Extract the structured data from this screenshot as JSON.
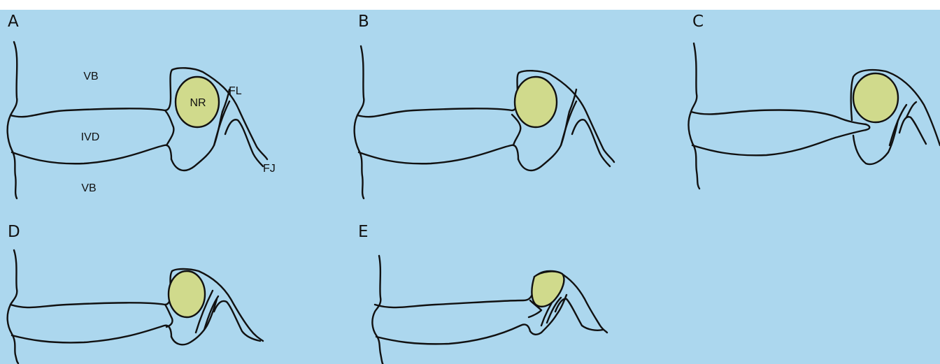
{
  "panels": [
    {
      "letter": "A"
    },
    {
      "letter": "B"
    },
    {
      "letter": "C"
    },
    {
      "letter": "D"
    },
    {
      "letter": "E"
    }
  ],
  "labels": {
    "vb_top": "VB",
    "ivd": "IVD",
    "vb_bottom": "VB",
    "nr": "NR",
    "fl": "FL",
    "fj": "FJ"
  },
  "colors": {
    "background": "#acd7ee",
    "nerve_root": "#d0da8c",
    "outline": "#111111"
  }
}
